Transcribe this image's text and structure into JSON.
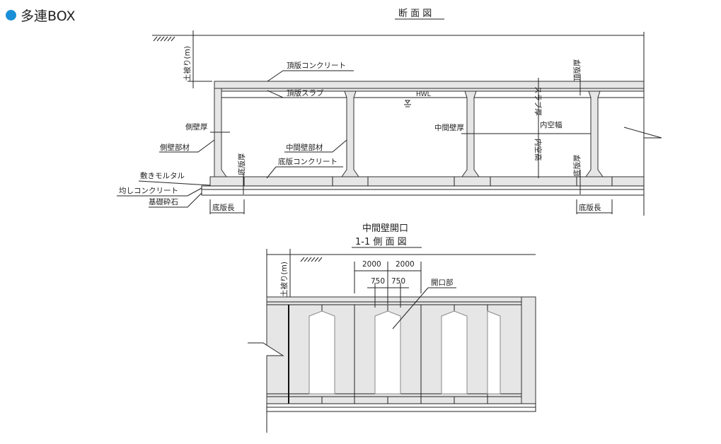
{
  "header": {
    "title": "多連BOX",
    "bullet_color": "#1a8fd8"
  },
  "section_view": {
    "title": "断 面 図",
    "labels": {
      "soil_cover": "土被り(m)",
      "top_concrete": "頂版コンクリート",
      "top_slab": "頂版スラブ",
      "hwl": "HWL",
      "side_wall_thickness": "側壁厚",
      "side_wall_member": "側壁部材",
      "middle_wall_member": "中間壁部材",
      "bottom_thickness_left": "底版厚",
      "bottom_concrete": "底版コンクリート",
      "mortar": "敷きモルタル",
      "leveling_concrete": "均しコンクリート",
      "base_gravel": "基礎砕石",
      "bottom_length_left": "底版長",
      "middle_wall_thickness": "中間壁厚",
      "inner_width": "内空幅",
      "inner_height": "内空高",
      "slab_thickness": "スラブ厚",
      "top_thickness": "頂版厚",
      "bottom_thickness_right": "底版厚",
      "bottom_length_right": "底版長"
    }
  },
  "side_view": {
    "subtitle": "中間壁開口",
    "title": "1-1 側 面 図",
    "soil_cover": "土被り(m)",
    "dim_2000_a": "2000",
    "dim_2000_b": "2000",
    "dim_750_a": "750",
    "dim_750_b": "750",
    "opening": "開口部"
  }
}
